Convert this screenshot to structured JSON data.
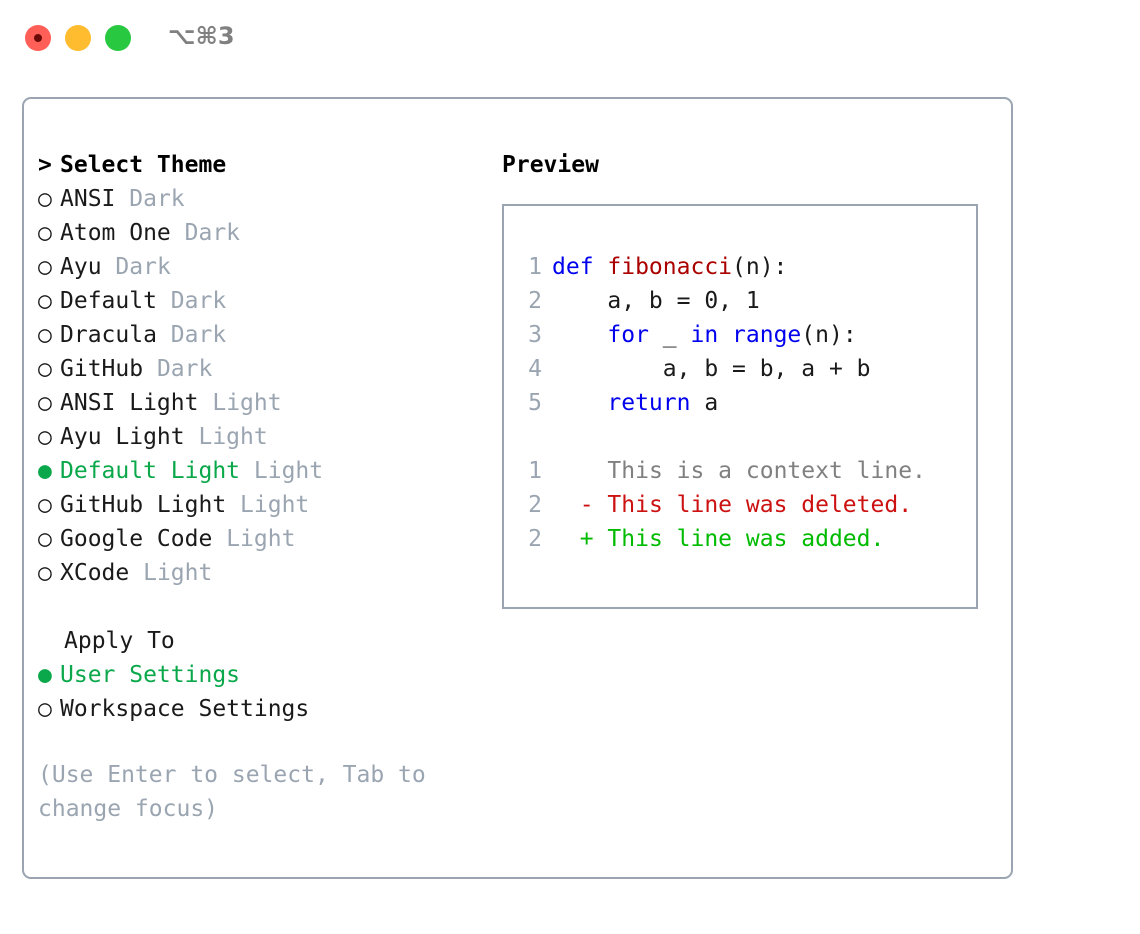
{
  "titlebar": {
    "shortcut": "⌥⌘3",
    "buttons": [
      {
        "name": "close",
        "color": "#ff5f57"
      },
      {
        "name": "minimize",
        "color": "#febc2e"
      },
      {
        "name": "maximize",
        "color": "#28c840"
      }
    ]
  },
  "theme_picker": {
    "header_marker": ">",
    "header": "Select Theme",
    "items": [
      {
        "marker": "○",
        "name": "ANSI",
        "variant": "Dark",
        "selected": false
      },
      {
        "marker": "○",
        "name": "Atom One",
        "variant": "Dark",
        "selected": false
      },
      {
        "marker": "○",
        "name": "Ayu",
        "variant": "Dark",
        "selected": false
      },
      {
        "marker": "○",
        "name": "Default",
        "variant": "Dark",
        "selected": false
      },
      {
        "marker": "○",
        "name": "Dracula",
        "variant": "Dark",
        "selected": false
      },
      {
        "marker": "○",
        "name": "GitHub",
        "variant": "Dark",
        "selected": false
      },
      {
        "marker": "○",
        "name": "ANSI Light",
        "variant": "Light",
        "selected": false
      },
      {
        "marker": "○",
        "name": "Ayu Light",
        "variant": "Light",
        "selected": false
      },
      {
        "marker": "●",
        "name": "Default Light",
        "variant": "Light",
        "selected": true
      },
      {
        "marker": "○",
        "name": "GitHub Light",
        "variant": "Light",
        "selected": false
      },
      {
        "marker": "○",
        "name": "Google Code",
        "variant": "Light",
        "selected": false
      },
      {
        "marker": "○",
        "name": "XCode",
        "variant": "Light",
        "selected": false
      }
    ]
  },
  "apply_to": {
    "label": "Apply To",
    "options": [
      {
        "marker": "●",
        "name": "User Settings",
        "selected": true
      },
      {
        "marker": "○",
        "name": "Workspace Settings",
        "selected": false
      }
    ]
  },
  "hint": "(Use Enter to select, Tab to change focus)",
  "preview": {
    "title": "Preview",
    "code_lines": [
      {
        "no": "1",
        "indent": "",
        "tokens": [
          {
            "t": "def ",
            "c": "kw"
          },
          {
            "t": "fibonacci",
            "c": "fn"
          },
          {
            "t": "(n):",
            "c": "plain"
          }
        ]
      },
      {
        "no": "2",
        "indent": "    ",
        "tokens": [
          {
            "t": "a, b = 0, 1",
            "c": "plain"
          }
        ]
      },
      {
        "no": "3",
        "indent": "    ",
        "tokens": [
          {
            "t": "for ",
            "c": "kw"
          },
          {
            "t": "_ ",
            "c": "plain"
          },
          {
            "t": "in ",
            "c": "kw"
          },
          {
            "t": "range",
            "c": "kw"
          },
          {
            "t": "(n):",
            "c": "plain"
          }
        ]
      },
      {
        "no": "4",
        "indent": "        ",
        "tokens": [
          {
            "t": "a, b = b, a + b",
            "c": "plain"
          }
        ]
      },
      {
        "no": "5",
        "indent": "    ",
        "tokens": [
          {
            "t": "return ",
            "c": "kw"
          },
          {
            "t": "a",
            "c": "plain"
          }
        ]
      }
    ],
    "diff_lines": [
      {
        "no": "1",
        "sign": " ",
        "text": " This is a context line.",
        "kind": "diff-ctx"
      },
      {
        "no": "2",
        "sign": "-",
        "text": " This line was deleted.",
        "kind": "diff-del"
      },
      {
        "no": "2",
        "sign": "+",
        "text": " This line was added.",
        "kind": "diff-add"
      }
    ]
  },
  "colors": {
    "accent_green": "#0aa84a",
    "muted": "#9aa5b1",
    "border": "#9aa5b1",
    "keyword_blue": "#0000ee",
    "function_red": "#aa0000",
    "diff_add": "#00bb00",
    "diff_del": "#cc1111"
  }
}
